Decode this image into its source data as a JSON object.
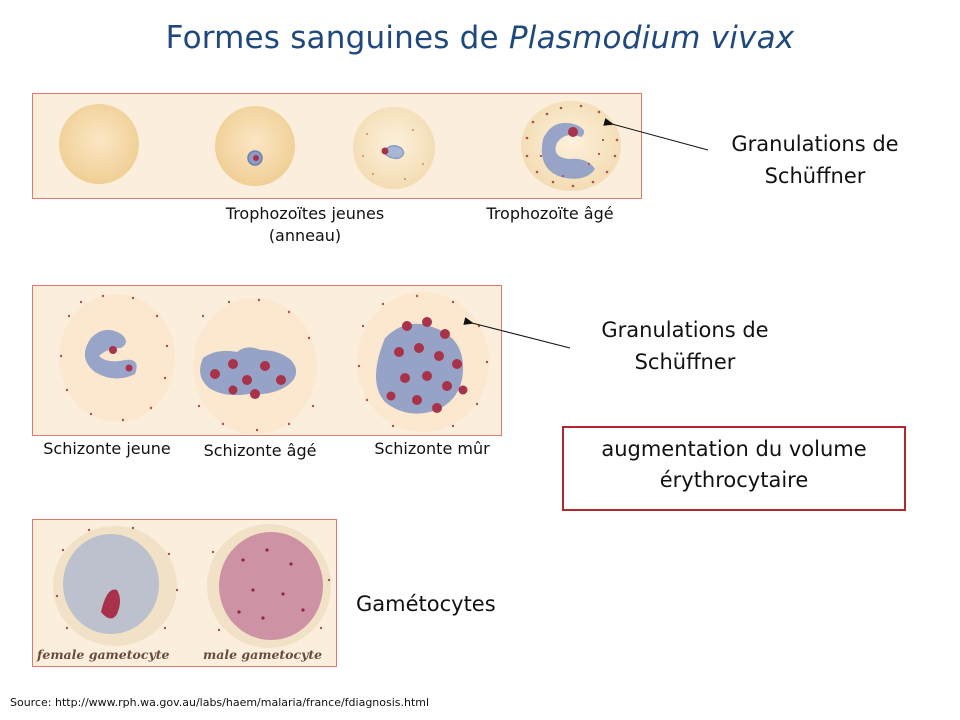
{
  "title": {
    "prefix": "Formes sanguines  de ",
    "species": "Plasmodium  vivax"
  },
  "row1": {
    "label_young_1": "Trophozoïtes jeunes",
    "label_young_2": "(anneau)",
    "label_old": "Trophozoïte âgé",
    "annotation_1": "Granulations de",
    "annotation_2": "Schüffner"
  },
  "row2": {
    "label_young": "Schizonte jeune",
    "label_old": "Schizonte âgé",
    "label_mature": "Schizonte mûr",
    "annotation_1": "Granulations de",
    "annotation_2": "Schüffner"
  },
  "note": {
    "line1": "augmentation du volume",
    "line2": "érythrocytaire"
  },
  "row3": {
    "female": "female gametocyte",
    "male": "male gametocyte",
    "caption": "Gamétocytes"
  },
  "source": "Source: http://www.rph.wa.gov.au/labs/haem/malaria/france/fdiagnosis.html",
  "colors": {
    "title": "#1f497d",
    "panel_border": "#e07a70",
    "cell": "#f6d9a8",
    "parasite_blue": "#8d9cc6",
    "chromatin": "#a8324a",
    "note_border": "#b0282c",
    "male_gametocyte": "#c98aa0"
  }
}
